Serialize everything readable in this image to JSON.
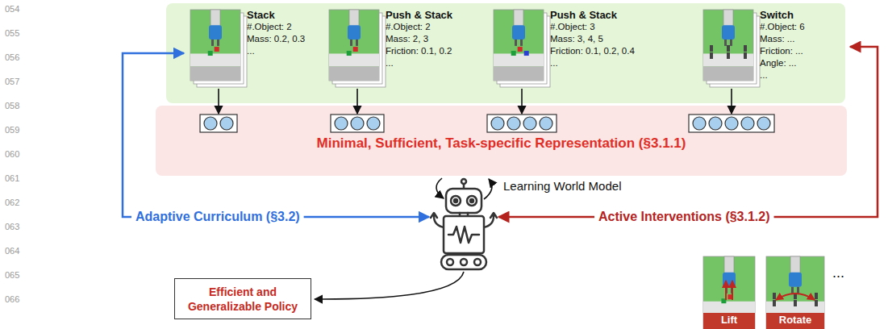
{
  "diagram": {
    "nodes": [
      {
        "text": [
          "Stack",
          "#.Object: 2",
          "Mass: 0.2, 0.3",
          "..."
        ]
      },
      {
        "text": [
          "Push & Stack",
          "#.Object: 2",
          "Mass: 2, 3",
          "Friction: 0.1, 0.2",
          "..."
        ]
      },
      {
        "text": [
          "Push & Stack",
          "#.Object: 3",
          "Mass: 3, 4, 5",
          "Friction: 0.1, 0.2, 0.4",
          "..."
        ]
      },
      {
        "text": [
          "Switch",
          "#.Object: 6",
          "Mass: ...",
          "Friction: ...",
          "Angle: ...",
          "..."
        ]
      },
      {
        "text": [
          "Minimal, Sufficient, Task-specific Representation (§3.1.1)"
        ]
      },
      {
        "text": [
          "Efficient and Generalizable Policy"
        ]
      }
    ],
    "edges": [
      {
        "from": 0,
        "to": 4,
        "arrow": "to"
      },
      {
        "from": 1,
        "to": 4,
        "arrow": "to"
      },
      {
        "from": 2,
        "to": 4,
        "arrow": "to"
      },
      {
        "from": 3,
        "to": 4,
        "arrow": "to"
      }
    ],
    "labels": [
      "054",
      "055",
      "056",
      "057",
      "058",
      "059",
      "060",
      "061",
      "062",
      "063",
      "064",
      "065",
      "066",
      "Learning World Model",
      "Adaptive Curriculum (§3.2)",
      "Active Interventions (§3.1.2)",
      "Lift",
      "Rotate",
      "..."
    ]
  }
}
